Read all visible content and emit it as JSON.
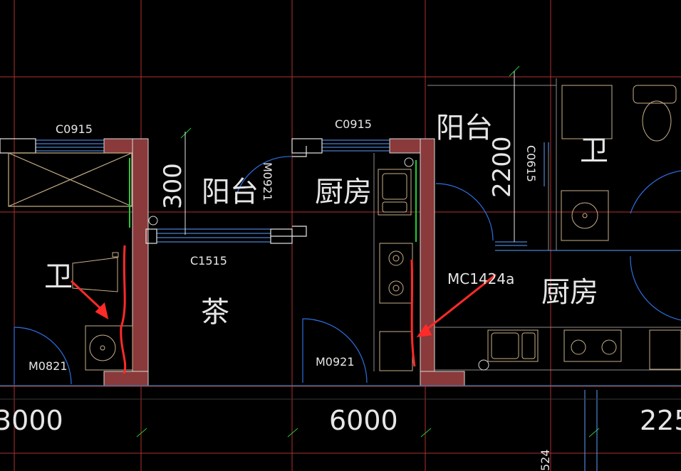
{
  "labels": {
    "window_left": "C0915",
    "window_mid": "C0915",
    "window_balcony": "C1515",
    "balcony_center": "阳台",
    "balcony_right": "阳台",
    "kitchen_center": "厨房",
    "kitchen_right": "厨房",
    "bathroom_left": "卫",
    "bathroom_right": "卫",
    "tea_room": "茶",
    "door_m0921_vertical": "M0921",
    "door_left": "M0821",
    "door_mid": "M0921",
    "door_kitchen": "MC1424a",
    "window_vertical_right": "C0615",
    "dim_300": "300",
    "dim_2200": "2200",
    "dim_3000": "3000",
    "dim_6000": "6000",
    "dim_225": "225",
    "dim_524": "524"
  },
  "colors": {
    "background": "#000000",
    "wall_fill": "#8a3a3a",
    "axis_line": "#b03030",
    "dim_line": "#d4d4d4",
    "window_line": "#5aa0ff",
    "fixture_line": "#c8b089",
    "door_arc": "#2f6fe0",
    "annotation_arrow": "#ff2a2a",
    "green_line": "#22cc33"
  }
}
